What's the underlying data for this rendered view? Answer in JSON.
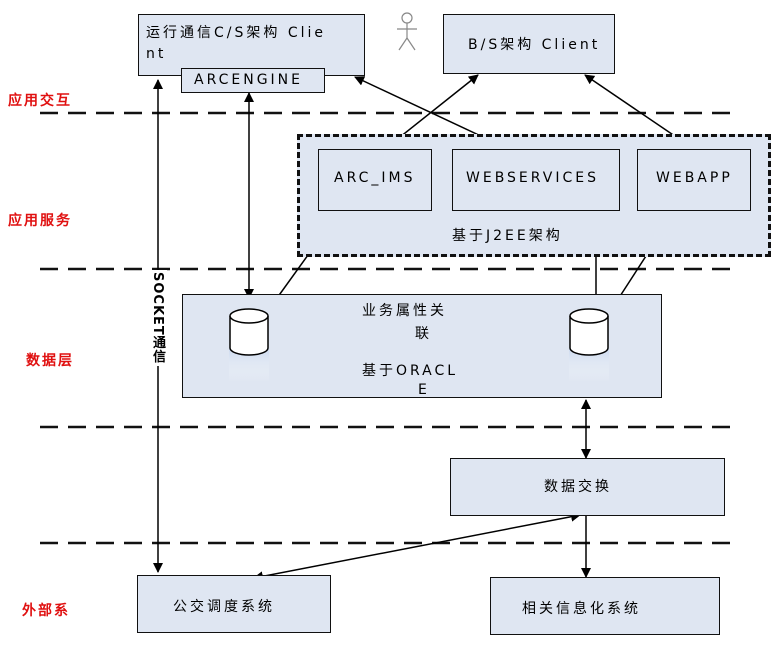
{
  "layers": {
    "app_interaction": "应用交互",
    "app_service": "应用服务",
    "data_layer": "数据层",
    "external": "外部系"
  },
  "boxes": {
    "cs_client_line1": "运行通信C/S架构  Clie",
    "cs_client_line2": "nt",
    "arcengine": "ARCENGINE",
    "bs_client": "B/S架构  Client",
    "arc_ims": "ARC_IMS",
    "webservices": "WEBSERVICES",
    "webapp": "WEBAPP",
    "j2ee": "基于J2EE架构",
    "biz_line1": "业务属性关",
    "biz_line2": "联",
    "oracle_line1": "基于ORACL",
    "oracle_line2": "E",
    "data_exchange": "数据交换",
    "bus_dispatch": "公交调度系统",
    "related_info": "相关信息化系统"
  },
  "socket_label": "SOCKET通信"
}
